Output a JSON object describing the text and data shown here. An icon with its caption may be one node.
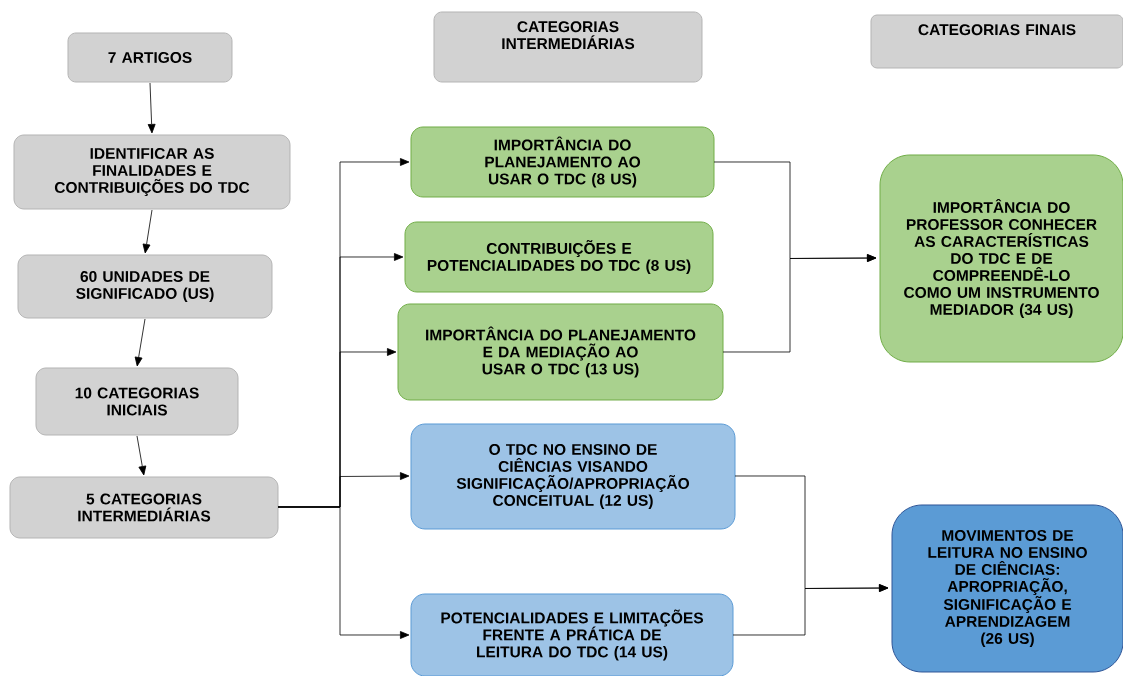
{
  "diagram": {
    "nodes": [
      {
        "text": [
          "7 ARTIGOS"
        ]
      },
      {
        "text": [
          "IDENTIFICAR AS FINALIDADES E CONTRIBUIÇÕES DO TDC"
        ]
      },
      {
        "text": [
          "60 UNIDADES DE SIGNIFICADO (US)"
        ]
      },
      {
        "text": [
          "10 CATEGORIAS INICIAIS"
        ]
      },
      {
        "text": [
          "5 CATEGORIAS INTERMEDIÁRIAS"
        ]
      },
      {
        "text": [
          "CATEGORIAS INTERMEDIÁRIAS"
        ]
      },
      {
        "text": [
          "CATEGORIAS FINAIS"
        ]
      },
      {
        "text": [
          "IMPORTÂNCIA DO PLANEJAMENTO AO USAR O TDC (8 US)"
        ]
      },
      {
        "text": [
          "CONTRIBUIÇÕES E POTENCIALIDADES DO TDC (8 US)"
        ]
      },
      {
        "text": [
          "IMPORTÂNCIA DO PLANEJAMENTO E DA MEDIAÇÃO AO USAR O TDC (13 US)"
        ]
      },
      {
        "text": [
          "O TDC NO ENSINO DE CIÊNCIAS VISANDO SIGNIFICAÇÃO/APROPRIAÇÃO CONCEITUAL (12 US)"
        ]
      },
      {
        "text": [
          "POTENCIALIDADES E LIMITAÇÕES FRENTE A PRÁTICA DE LEITURA DO TDC (14 US)"
        ]
      },
      {
        "text": [
          "IMPORTÂNCIA DO PROFESSOR CONHECER AS CARACTERÍSTICAS DO TDC E DE COMPREENDÊ-LO COMO UM INSTRUMENTO MEDIADOR (34 US)"
        ]
      },
      {
        "text": [
          "MOVIMENTOS DE LEITURA NO ENSINO DE CIÊNCIAS: APROPRIAÇÃO, SIGNIFICAÇÃO E APRENDIZAGEM (26 US)"
        ]
      }
    ],
    "edges": [
      {
        "from": 0,
        "to": 1,
        "arrow": "to"
      },
      {
        "from": 1,
        "to": 2,
        "arrow": "to"
      },
      {
        "from": 2,
        "to": 3,
        "arrow": "to"
      },
      {
        "from": 3,
        "to": 4,
        "arrow": "to"
      },
      {
        "from": 4,
        "to": 7,
        "arrow": "to"
      },
      {
        "from": 4,
        "to": 8,
        "arrow": "to"
      },
      {
        "from": 4,
        "to": 9,
        "arrow": "to"
      },
      {
        "from": 4,
        "to": 10,
        "arrow": "to"
      },
      {
        "from": 4,
        "to": 11,
        "arrow": "to"
      },
      {
        "from": 7,
        "to": 12,
        "arrow": "to"
      },
      {
        "from": 9,
        "to": 12,
        "arrow": "to"
      },
      {
        "from": 10,
        "to": 13,
        "arrow": "to"
      },
      {
        "from": 11,
        "to": 13,
        "arrow": "to"
      }
    ]
  }
}
